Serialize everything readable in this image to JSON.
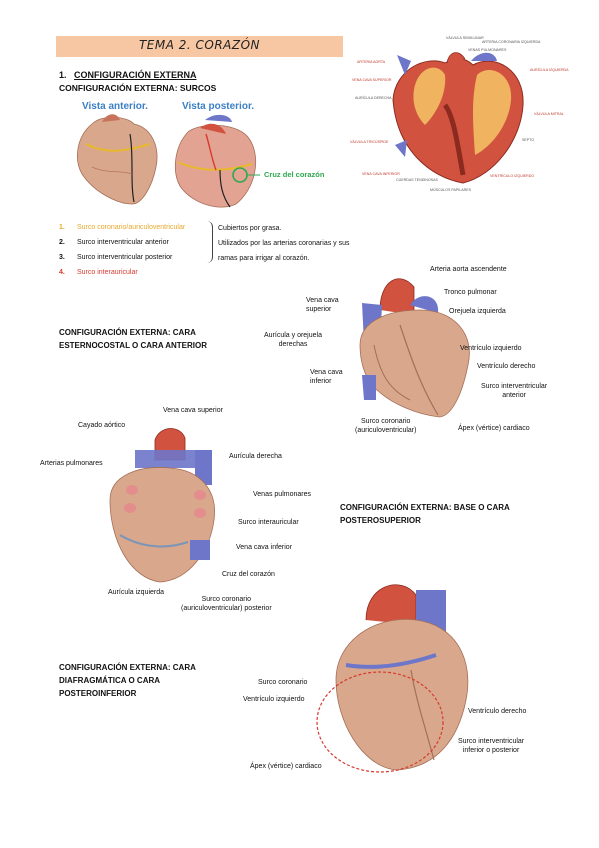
{
  "page_title": "TEMA 2. CORAZÓN",
  "section": {
    "number": "1.",
    "title": "CONFIGURACIÓN EXTERNA"
  },
  "surcos_heading": "CONFIGURACIÓN EXTERNA: SURCOS",
  "views": {
    "anterior": "Vista anterior.",
    "posterior": "Vista posterior."
  },
  "cruz_label": "Cruz del corazón",
  "surcos_list": [
    {
      "num": "1.",
      "text": "Surco coronario/auriculoventricular"
    },
    {
      "num": "2.",
      "text": "Surco interventricular anterior"
    },
    {
      "num": "3.",
      "text": "Surco interventricular posterior"
    },
    {
      "num": "4.",
      "text": "Surco interauricular"
    }
  ],
  "surcos_note": [
    "Cubiertos por grasa.",
    "Utilizados por las arterias coronarias y sus",
    "ramas para irrigar al corazón."
  ],
  "section_heart_labels": {
    "valvula_semilunar": "VÁLVULA SEMILUNAR",
    "venas_pulmonares": "VENAS PULMONARES",
    "arteria_coronaria_izq": "ARTERIA CORONARIA IZQUIERDA",
    "arteria_aorta": "ARTERIA AORTA",
    "auricula_izquierda": "AURÍCULA IZQUIERDA",
    "vena_cava_superior": "VENA CAVA SUPERIOR",
    "auricula_derecha": "AURÍCULA DERECHA",
    "valvula_tricuspide": "VÁLVULA TRICÚSPIDE",
    "vena_cava_inferior": "VENA CAVA INFERIOR",
    "cuerdas_tendinosas": "CUERDAS TENDINOSAS",
    "musculos_papilares": "MÚSCULOS PAPILARES",
    "ventriculo_izquierdo": "VENTRÍCULO IZQUIERDO",
    "valvula_mitral": "VÁLVULA MITRAL",
    "septo": "SEPTO"
  },
  "anterior": {
    "heading": [
      "CONFIGURACIÓN EXTERNA: CARA",
      "ESTERNOCOSTAL O CARA ANTERIOR"
    ],
    "labels": {
      "aorta": "Arteria aorta ascendente",
      "tronco": "Tronco pulmonar",
      "orejuela": "Orejuela izquierda",
      "vcs": [
        "Vena cava",
        "superior"
      ],
      "auricula": [
        "Aurícula y orejuela",
        "derechas"
      ],
      "vci": [
        "Vena cava",
        "inferior"
      ],
      "vent_izq": "Ventrículo izquierdo",
      "vent_der": "Ventrículo derecho",
      "surco_iv": [
        "Surco interventricular",
        "anterior"
      ],
      "surco_cor": [
        "Surco coronario",
        "(auriculoventricular)"
      ],
      "apex": "Ápex (vértice) cardiaco"
    }
  },
  "base": {
    "heading": [
      "CONFIGURACIÓN EXTERNA: BASE O CARA",
      "POSTEROSUPERIOR"
    ],
    "labels": {
      "vcs": "Vena cava superior",
      "cayado": "Cayado aórtico",
      "arterias": "Arterias pulmonares",
      "auricula_der": "Aurícula  derecha",
      "venas_pul": "Venas pulmonares",
      "surco_inter": "Surco interauricular",
      "vci": "Vena cava inferior",
      "cruz": "Cruz del corazón",
      "auricula_izq": "Aurícula  izquierda",
      "surco_cor": [
        "Surco coronario",
        "(auriculoventricular) posterior"
      ]
    }
  },
  "diafragmatica": {
    "heading": [
      "CONFIGURACIÓN EXTERNA: CARA",
      "DIAFRAGMÁTICA O CARA",
      "POSTEROINFERIOR"
    ],
    "labels": {
      "surco_cor": "Surco coronario",
      "vent_izq": "Ventrículo izquierdo",
      "vent_der": "Ventrículo derecho",
      "surco_iv": [
        "Surco interventricular",
        "inferior o posterior"
      ],
      "apex": "Ápex (vértice) cardiaco"
    }
  },
  "colors": {
    "banner": "#f7c7a3",
    "yellow": "#e8a82a",
    "red": "#d63a2e",
    "blue_label": "#3b7fc4",
    "green": "#2fa84f",
    "muscle": "#d9a88c",
    "vein": "#6d76c9",
    "artery": "#d1533f"
  }
}
